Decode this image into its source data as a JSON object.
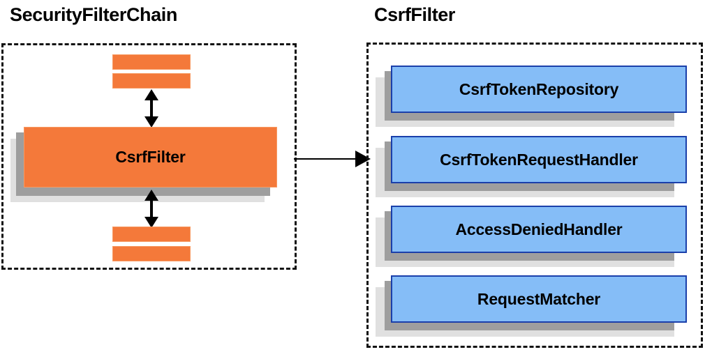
{
  "diagram": {
    "type": "component-relationship-diagram",
    "background": "#ffffff",
    "colors": {
      "orange_fill": "#f4793a",
      "orange_border": "#f79a62",
      "blue_fill": "#85bdf7",
      "blue_border": "#1a3faa",
      "shadow_dark": "#9e9e9e",
      "shadow_light": "#e0e0e0",
      "dashed_border": "#111111",
      "arrow": "#000000",
      "text": "#000000"
    }
  },
  "panels": {
    "left": {
      "title": "SecurityFilterChain",
      "highlighted_filter": "CsrfFilter",
      "filters_above": [
        "",
        ""
      ],
      "filters_below": [
        "",
        ""
      ]
    },
    "right": {
      "title": "CsrfFilter",
      "collaborators": [
        {
          "label": "CsrfTokenRepository"
        },
        {
          "label": "CsrfTokenRequestHandler"
        },
        {
          "label": "AccessDeniedHandler"
        },
        {
          "label": "RequestMatcher"
        }
      ]
    }
  },
  "connectors": {
    "chain_to_detail": {
      "name": "csrffilter-expands-to-detail",
      "direction": "left-to-right",
      "style": "solid-single-arrow"
    },
    "filter_above": {
      "name": "chain-link-above",
      "direction": "bidirectional",
      "style": "solid-double-arrow"
    },
    "filter_below": {
      "name": "chain-link-below",
      "direction": "bidirectional",
      "style": "solid-double-arrow"
    }
  }
}
